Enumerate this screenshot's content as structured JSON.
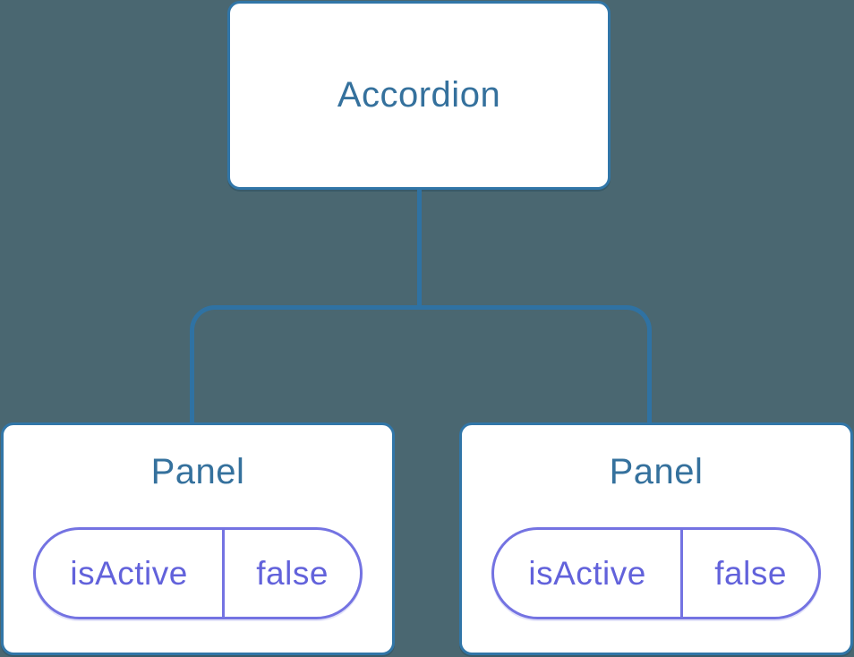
{
  "tree": {
    "root": {
      "label": "Accordion"
    },
    "children": [
      {
        "label": "Panel",
        "state": {
          "key": "isActive",
          "value": "false"
        }
      },
      {
        "label": "Panel",
        "state": {
          "key": "isActive",
          "value": "false"
        }
      }
    ]
  },
  "colors": {
    "background": "#4a6771",
    "node_border_blue": "#3176a8",
    "connector_blue": "#2f72a3",
    "node_text_blue": "#35719d",
    "state_text_purple": "#6262db",
    "state_border_purple": "#7473e2",
    "node_fill": "#ffffff"
  }
}
